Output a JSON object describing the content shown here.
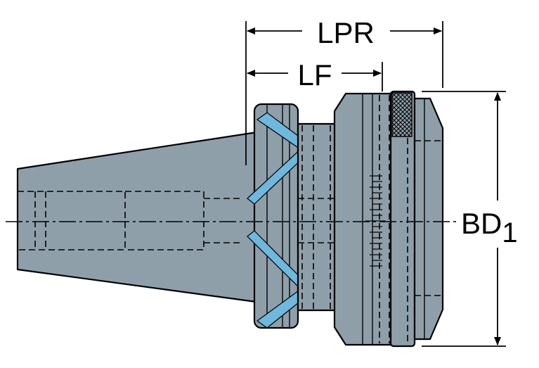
{
  "dimensions": {
    "lpr": "LPR",
    "lf": "LF",
    "bd_main": "BD",
    "bd_sub": "1"
  },
  "colors": {
    "body_fill": "#8f9faa",
    "slot_blue": "#6fb7dc",
    "line": "#000000",
    "background": "#ffffff"
  }
}
